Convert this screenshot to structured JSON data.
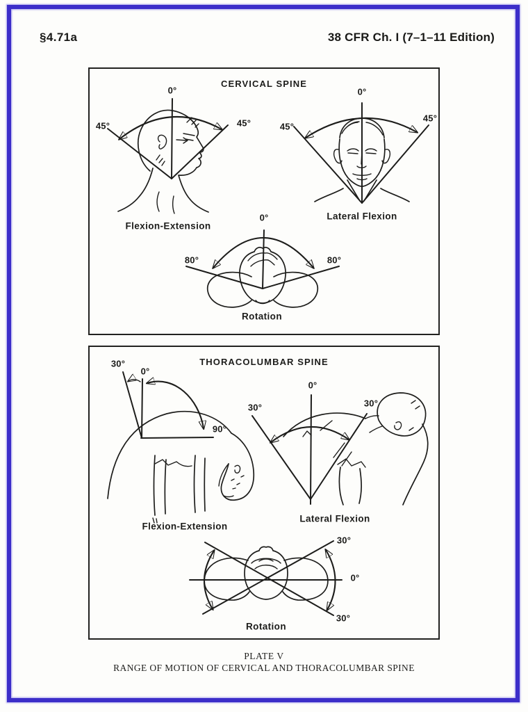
{
  "header": {
    "section": "§4.71a",
    "edition": "38 CFR Ch. I (7–1–11 Edition)"
  },
  "cervical": {
    "title": "CERVICAL SPINE",
    "flexion_extension": {
      "label": "Flexion-Extension",
      "top_deg": "0°",
      "left_deg": "45°",
      "right_deg": "45°"
    },
    "lateral_flexion": {
      "label": "Lateral Flexion",
      "top_deg": "0°",
      "left_deg": "45°",
      "right_deg": "45°"
    },
    "rotation": {
      "label": "Rotation",
      "top_deg": "0°",
      "left_deg": "80°",
      "right_deg": "80°"
    }
  },
  "thoracolumbar": {
    "title": "THORACOLUMBAR SPINE",
    "flexion_extension": {
      "label": "Flexion-Extension",
      "back_deg": "30°",
      "top_deg": "0°",
      "forward_deg": "90°"
    },
    "lateral_flexion": {
      "label": "Lateral Flexion",
      "left_deg": "30°",
      "top_deg": "0°",
      "right_deg": "30°"
    },
    "rotation": {
      "label": "Rotation",
      "upper_right_deg": "30°",
      "right_deg": "0°",
      "lower_right_deg": "30°"
    }
  },
  "caption": {
    "plate": "PLATE V",
    "title": "RANGE OF MOTION OF CERVICAL AND THORACOLUMBAR SPINE"
  },
  "colors": {
    "frame_blue": "#3c2ec9",
    "ink": "#1d1d1b"
  }
}
